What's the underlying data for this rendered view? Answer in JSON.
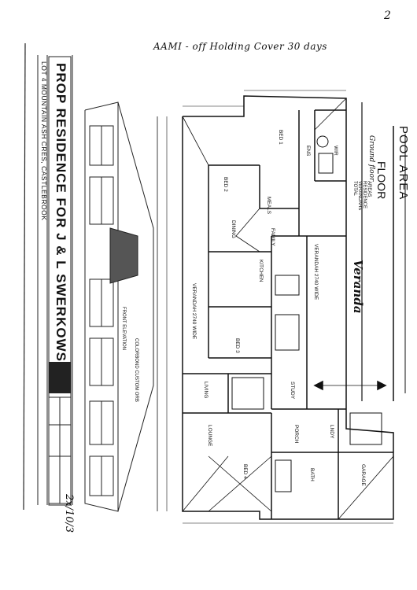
{
  "annotation": {
    "handwritten_header": "AAMI - off Holding Cover 30 days",
    "corner_mark": "2"
  },
  "title_block": {
    "title": "PROP RESIDENCE FOR J & L SWERKOWSKI",
    "address": "LOT 4 MOUNTAIN ASH CRES, CASTLEBROOK",
    "page_note": "2x/10/3"
  },
  "side_text": {
    "pool_area": "POOL AREA",
    "floor": "FLOOR",
    "verandah_hand": "Veranda",
    "ground_floor": "Ground floor"
  },
  "rooms": {
    "bed_1": "BED 1",
    "bed_2": "BED 2",
    "bed_3": "BED 3",
    "bed_4": "BED 4",
    "ens": "ENS",
    "wir": "WIR",
    "dining": "DINING",
    "family": "FAMILY",
    "meals": "MEALS",
    "kitchen": "KITCHEN",
    "living": "LIVING",
    "lounge": "LOUNGE",
    "study": "STUDY",
    "verandah_1": "VERANDAH 2740 WIDE",
    "verandah_2": "VERANDAH 2740 WIDE",
    "garage": "GARAGE",
    "bath": "BATH",
    "lndy": "LNDY",
    "porch": "PORCH"
  },
  "elevation": {
    "label": "FRONT ELEVATION",
    "roof_note": "COLORBOND CUSTOM ORB"
  },
  "areas": {
    "heading": "AREAS",
    "residence": "RESIDENCE",
    "verandahs": "VERANDAHS",
    "total": "TOTAL"
  }
}
